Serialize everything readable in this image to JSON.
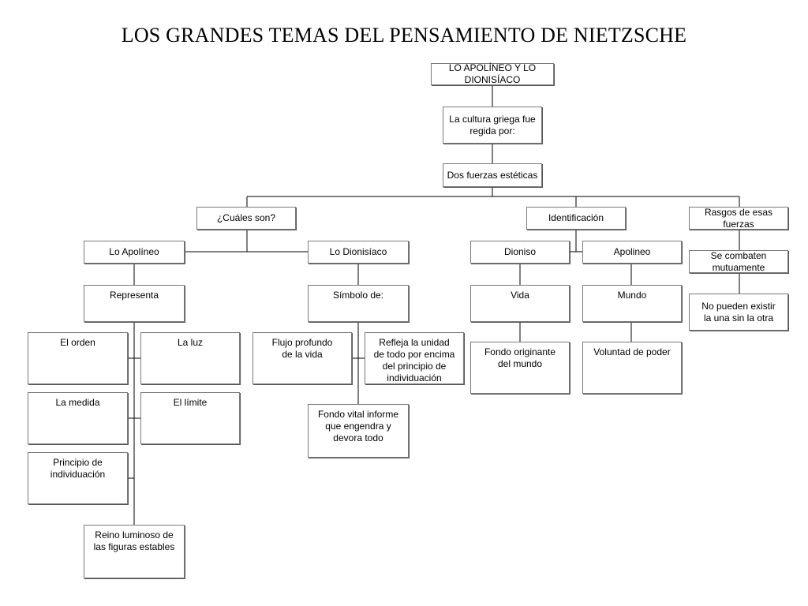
{
  "title": "LOS GRANDES TEMAS DEL PENSAMIENTO DE NIETZSCHE",
  "line_color": "#000000",
  "nodes": {
    "root": "LO APOLÍNEO Y LO DIONISÍACO",
    "cultura": "La cultura griega fue\nregida por:",
    "fuerzas": "Dos fuerzas estéticas",
    "cuales": "¿Cuáles son?",
    "identificacion": "Identificación",
    "rasgos": "Rasgos de esas fuerzas",
    "lo_apolineo": "Lo Apolíneo",
    "lo_dionisiaco": "Lo Dionisíaco",
    "dioniso": "Dioniso",
    "apolineo": "Apolineo",
    "se_combaten": "Se combaten mutuamente",
    "representa": "Representa",
    "simbolo": "Símbolo de:",
    "vida": "Vida",
    "mundo": "Mundo",
    "no_pueden": "No pueden existir\nla una sin la otra",
    "orden": "El orden",
    "luz": "La luz",
    "medida": "La medida",
    "limite": "El límite",
    "principio": "Principio de\nindividuación",
    "reino": "Reino luminoso de\nlas figuras estables",
    "flujo": "Flujo profundo\nde la vida",
    "refleja": "Refleja la unidad\nde todo por encima\ndel principio de individuación",
    "fondo_vital": "Fondo vital informe\nque engendra y\ndevora todo",
    "fondo_originante": "Fondo originante\ndel mundo",
    "voluntad": "Voluntad de poder"
  }
}
